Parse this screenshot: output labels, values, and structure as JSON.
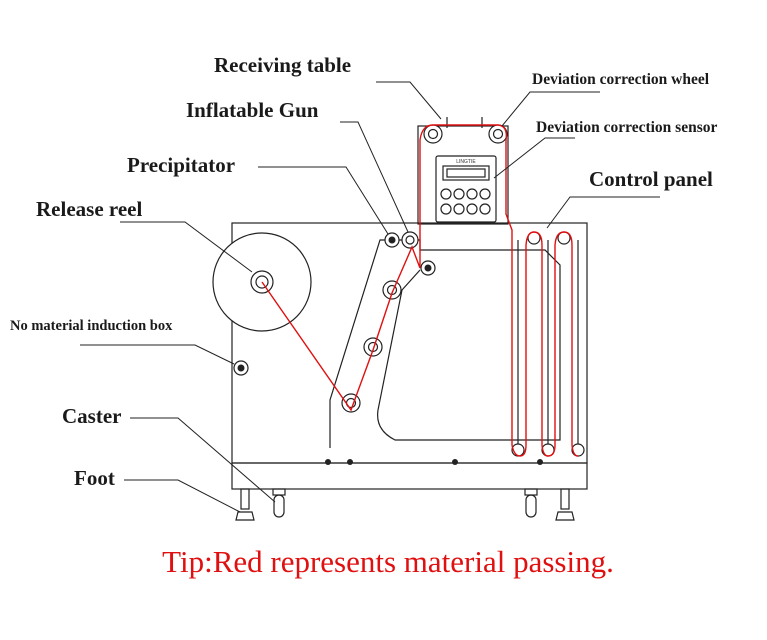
{
  "labels": {
    "receiving_table": "Receiving table",
    "inflatable_gun": "Inflatable Gun",
    "precipitator": "Precipitator",
    "release_reel": "Release reel",
    "no_material_induction_box": "No material induction box",
    "caster": "Caster",
    "foot": "Foot",
    "deviation_correction_wheel": "Deviation correction wheel",
    "deviation_correction_sensor": "Deviation correction sensor",
    "control_panel": "Control panel"
  },
  "panel_brand": "LINGTIE",
  "tip": "Tip:Red represents material passing.",
  "colors": {
    "material_path": "#e01010",
    "tip_text": "#e01010",
    "line": "#222222"
  }
}
